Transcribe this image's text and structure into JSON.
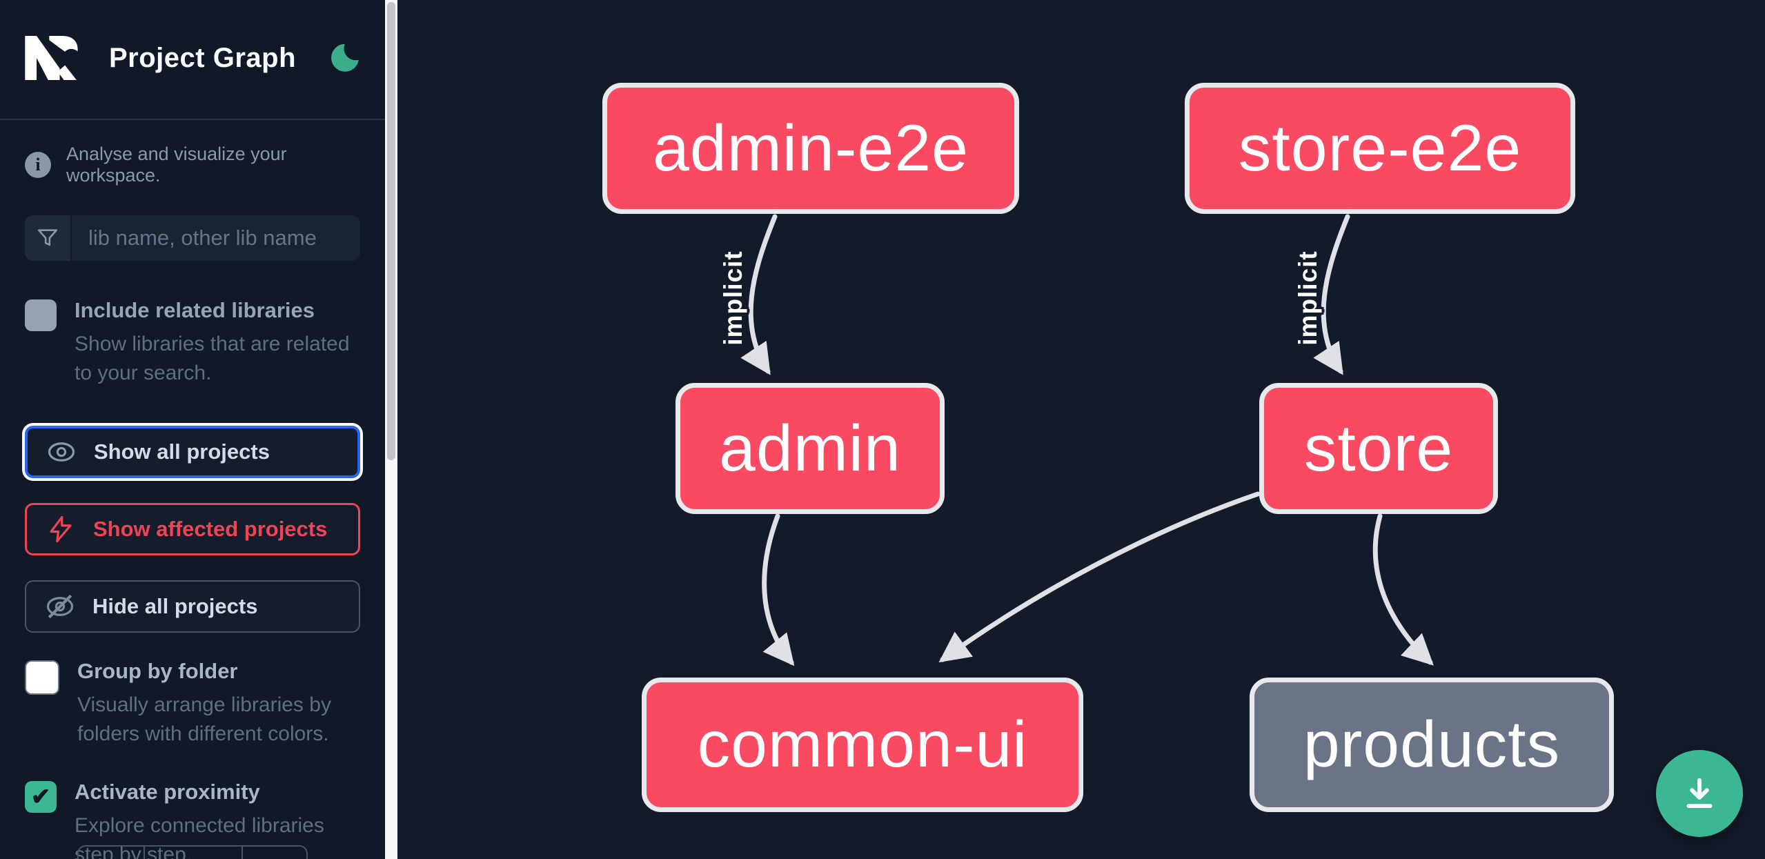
{
  "header": {
    "title": "Project Graph",
    "logo": "nx-logo",
    "theme_toggle_icon": "moon-icon"
  },
  "sidebar": {
    "tagline": "Analyse and visualize your workspace.",
    "search": {
      "placeholder": "lib name, other lib name",
      "value": ""
    },
    "options": [
      {
        "label": "Include related libraries",
        "description": "Show libraries that are related to your search.",
        "checked": false
      },
      {
        "label": "Group by folder",
        "description": "Visually arrange libraries by folders with different colors.",
        "checked": false
      },
      {
        "label": "Activate proximity",
        "description": "Explore connected libraries step by step.",
        "checked": true
      }
    ],
    "buttons": [
      {
        "label": "Show all projects",
        "icon": "eye-icon",
        "state": "focused"
      },
      {
        "label": "Show affected projects",
        "icon": "lightning-bolt-icon",
        "state": "affected"
      },
      {
        "label": "Hide all projects",
        "icon": "eye-off-icon",
        "state": "default"
      }
    ],
    "check_glyph": "✔"
  },
  "graph": {
    "nodes": [
      {
        "id": "admin-e2e",
        "label": "admin-e2e",
        "status": "affected"
      },
      {
        "id": "store-e2e",
        "label": "store-e2e",
        "status": "affected"
      },
      {
        "id": "admin",
        "label": "admin",
        "status": "affected"
      },
      {
        "id": "store",
        "label": "store",
        "status": "affected"
      },
      {
        "id": "common-ui",
        "label": "common-ui",
        "status": "affected"
      },
      {
        "id": "products",
        "label": "products",
        "status": "unaffected"
      }
    ],
    "edges": [
      {
        "from": "admin-e2e",
        "to": "admin",
        "label": "implicit"
      },
      {
        "from": "store-e2e",
        "to": "store",
        "label": "implicit"
      },
      {
        "from": "admin",
        "to": "common-ui",
        "label": ""
      },
      {
        "from": "store",
        "to": "common-ui",
        "label": ""
      },
      {
        "from": "store",
        "to": "products",
        "label": ""
      }
    ]
  },
  "fab": {
    "icon": "download-icon"
  },
  "colors": {
    "affected_node": "#fa4a62",
    "unaffected_node": "#6b7486",
    "edge": "#dfe1e6",
    "accent_green": "#3bb793",
    "focus_blue": "#2b63f1",
    "affected_red": "#ee4453",
    "background": "#131a29"
  }
}
